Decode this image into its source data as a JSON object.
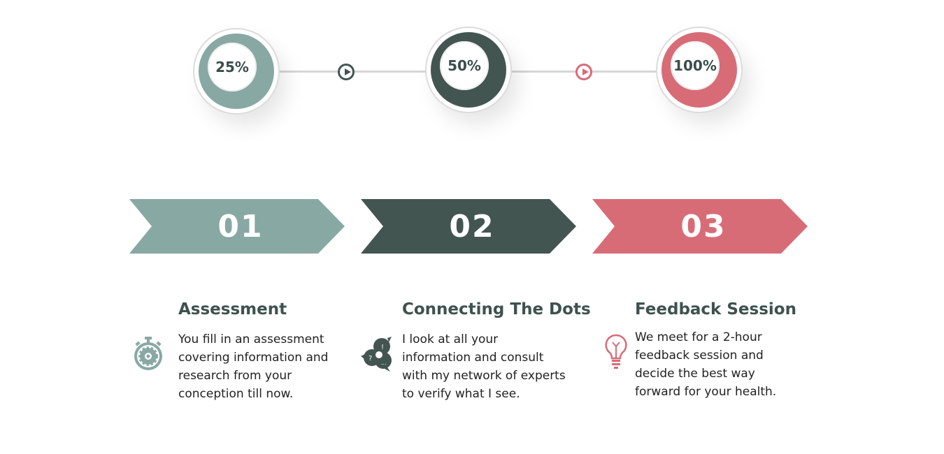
{
  "colors": {
    "step1": "#88a8a4",
    "step2": "#435551",
    "step3": "#d76c77"
  },
  "progress": [
    {
      "label": "25%",
      "value": 25
    },
    {
      "label": "50%",
      "value": 50
    },
    {
      "label": "100%",
      "value": 100
    }
  ],
  "steps": [
    {
      "number": "01",
      "title": "Assessment",
      "text": "You fill in an assessment covering information and research from your conception till now.",
      "icon": "stopwatch-gear-icon"
    },
    {
      "number": "02",
      "title": "Connecting The Dots",
      "text": "I look at all your information and consult with my network of experts to verify what I see.",
      "icon": "speech-bubbles-icon"
    },
    {
      "number": "03",
      "title": "Feedback Session",
      "text": "We meet for a 2-hour feedback session and decide the best way forward for your health.",
      "icon": "lightbulb-icon"
    }
  ]
}
